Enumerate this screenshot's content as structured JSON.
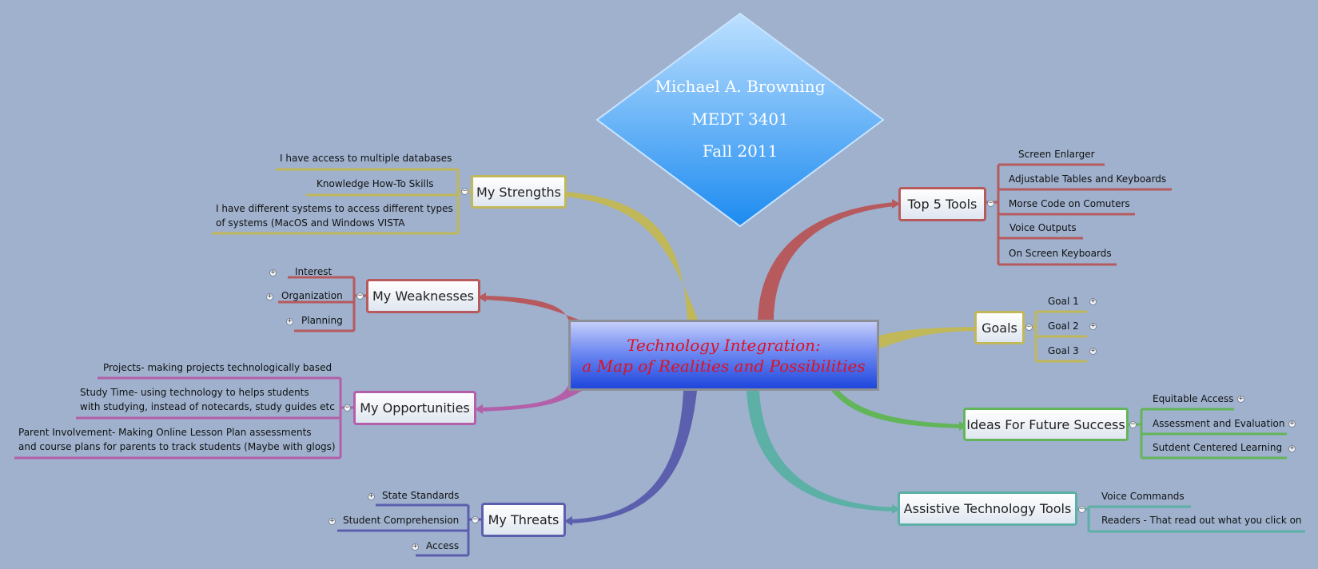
{
  "title_block": {
    "line1": "Michael A. Browning",
    "line2": "MEDT 3401",
    "line3": "Fall 2011"
  },
  "central_topic": {
    "line1": "Technology Integration:",
    "line2": "a Map of Realities and Possibilities"
  },
  "branches": {
    "strengths": {
      "label": "My Strengths",
      "color": "#c1b85a",
      "items": [
        "I have access to multiple databases",
        "Knowledge How-To Skills",
        "I have different systems to access different types",
        "of systems (MacOS and Windows VISTA"
      ]
    },
    "weaknesses": {
      "label": "My Weaknesses",
      "color": "#b65a5e",
      "items": [
        "Interest",
        "Organization",
        "Planning"
      ]
    },
    "opportunities": {
      "label": "My Opportunities",
      "color": "#b35fa9",
      "items": [
        "Projects- making projects technologically based",
        "Study Time- using technology to helps students",
        "with studying, instead of notecards, study guides etc",
        "Parent Involvement- Making Online Lesson Plan assessments",
        "and course plans for parents to track students (Maybe with glogs)"
      ]
    },
    "threats": {
      "label": "My Threats",
      "color": "#5c5fae",
      "items": [
        "State Standards",
        "Student Comprehension",
        "Access"
      ]
    },
    "top_tools": {
      "label": "Top 5 Tools",
      "color": "#b65a5e",
      "items": [
        "Screen Enlarger",
        "Adjustable Tables and Keyboards",
        "Morse Code on Comuters",
        "Voice Outputs",
        "On Screen Keyboards"
      ]
    },
    "goals": {
      "label": "Goals",
      "color": "#c1b85a",
      "items": [
        "Goal 1",
        "Goal 2",
        "Goal 3"
      ]
    },
    "ideas": {
      "label": "Ideas For Future Success",
      "color": "#63b55a",
      "items": [
        "Equitable Access",
        "Assessment and Evaluation",
        "Sutdent Centered Learning"
      ]
    },
    "assistive": {
      "label": "Assistive Technology Tools",
      "color": "#5cb0a6",
      "items": [
        "Voice Commands",
        "Readers - That read out what you click on"
      ]
    }
  },
  "expander_symbols": {
    "collapse": "−",
    "expand": "+"
  }
}
